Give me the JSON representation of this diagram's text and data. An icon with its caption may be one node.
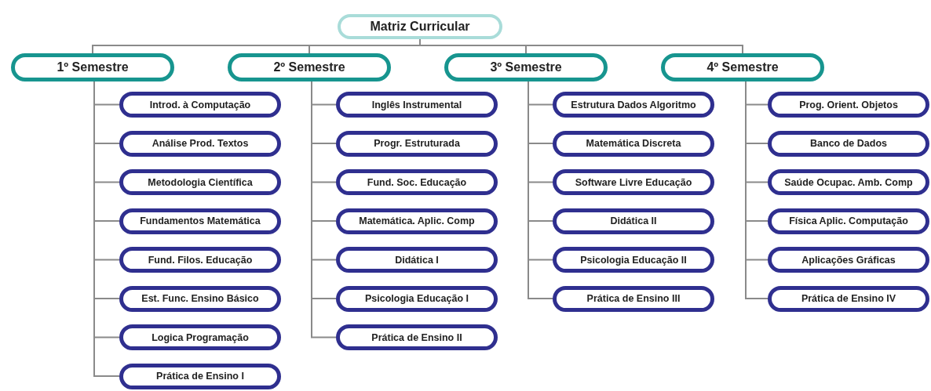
{
  "diagram": {
    "nodes": [
      {
        "text": [
          "Matriz Curricular"
        ]
      },
      {
        "text": [
          "1º Semestre"
        ]
      },
      {
        "text": [
          "2º Semestre"
        ]
      },
      {
        "text": [
          "3º Semestre"
        ]
      },
      {
        "text": [
          "4º Semestre"
        ]
      },
      {
        "text": [
          "Introd. à Computação"
        ]
      },
      {
        "text": [
          "Análise Prod. Textos"
        ]
      },
      {
        "text": [
          "Metodologia Científica"
        ]
      },
      {
        "text": [
          "Fundamentos Matemática"
        ]
      },
      {
        "text": [
          "Fund. Filos. Educação"
        ]
      },
      {
        "text": [
          "Est. Func. Ensino Básico"
        ]
      },
      {
        "text": [
          "Logica Programação"
        ]
      },
      {
        "text": [
          "Prática de Ensino I"
        ]
      },
      {
        "text": [
          "Inglês Instrumental"
        ]
      },
      {
        "text": [
          "Progr. Estruturada"
        ]
      },
      {
        "text": [
          "Fund. Soc. Educação"
        ]
      },
      {
        "text": [
          "Matemática. Aplic. Comp"
        ]
      },
      {
        "text": [
          "Didática I"
        ]
      },
      {
        "text": [
          "Psicologia Educação I"
        ]
      },
      {
        "text": [
          "Prática de Ensino II"
        ]
      },
      {
        "text": [
          "Estrutura Dados Algoritmo"
        ]
      },
      {
        "text": [
          "Matemática Discreta"
        ]
      },
      {
        "text": [
          "Software Livre Educação"
        ]
      },
      {
        "text": [
          "Didática II"
        ]
      },
      {
        "text": [
          "Psicologia Educação II"
        ]
      },
      {
        "text": [
          "Prática de Ensino III"
        ]
      },
      {
        "text": [
          "Prog. Orient. Objetos"
        ]
      },
      {
        "text": [
          "Banco de Dados"
        ]
      },
      {
        "text": [
          "Saúde Ocupac. Amb. Comp"
        ]
      },
      {
        "text": [
          "Física Aplic. Computação"
        ]
      },
      {
        "text": [
          "Aplicações Gráficas"
        ]
      },
      {
        "text": [
          "Prática de Ensino IV"
        ]
      }
    ],
    "edges": [
      {
        "from": 0,
        "to": 1,
        "arrow": "none"
      },
      {
        "from": 0,
        "to": 2,
        "arrow": "none"
      },
      {
        "from": 0,
        "to": 3,
        "arrow": "none"
      },
      {
        "from": 0,
        "to": 4,
        "arrow": "none"
      },
      {
        "from": 1,
        "to": 5,
        "arrow": "none"
      },
      {
        "from": 1,
        "to": 6,
        "arrow": "none"
      },
      {
        "from": 1,
        "to": 7,
        "arrow": "none"
      },
      {
        "from": 1,
        "to": 8,
        "arrow": "none"
      },
      {
        "from": 1,
        "to": 9,
        "arrow": "none"
      },
      {
        "from": 1,
        "to": 10,
        "arrow": "none"
      },
      {
        "from": 1,
        "to": 11,
        "arrow": "none"
      },
      {
        "from": 1,
        "to": 12,
        "arrow": "none"
      },
      {
        "from": 2,
        "to": 13,
        "arrow": "none"
      },
      {
        "from": 2,
        "to": 14,
        "arrow": "none"
      },
      {
        "from": 2,
        "to": 15,
        "arrow": "none"
      },
      {
        "from": 2,
        "to": 16,
        "arrow": "none"
      },
      {
        "from": 2,
        "to": 17,
        "arrow": "none"
      },
      {
        "from": 2,
        "to": 18,
        "arrow": "none"
      },
      {
        "from": 2,
        "to": 19,
        "arrow": "none"
      },
      {
        "from": 3,
        "to": 20,
        "arrow": "none"
      },
      {
        "from": 3,
        "to": 21,
        "arrow": "none"
      },
      {
        "from": 3,
        "to": 22,
        "arrow": "none"
      },
      {
        "from": 3,
        "to": 23,
        "arrow": "none"
      },
      {
        "from": 3,
        "to": 24,
        "arrow": "none"
      },
      {
        "from": 3,
        "to": 25,
        "arrow": "none"
      },
      {
        "from": 4,
        "to": 26,
        "arrow": "none"
      },
      {
        "from": 4,
        "to": 27,
        "arrow": "none"
      },
      {
        "from": 4,
        "to": 28,
        "arrow": "none"
      },
      {
        "from": 4,
        "to": 29,
        "arrow": "none"
      },
      {
        "from": 4,
        "to": 30,
        "arrow": "none"
      },
      {
        "from": 4,
        "to": 31,
        "arrow": "none"
      }
    ]
  }
}
